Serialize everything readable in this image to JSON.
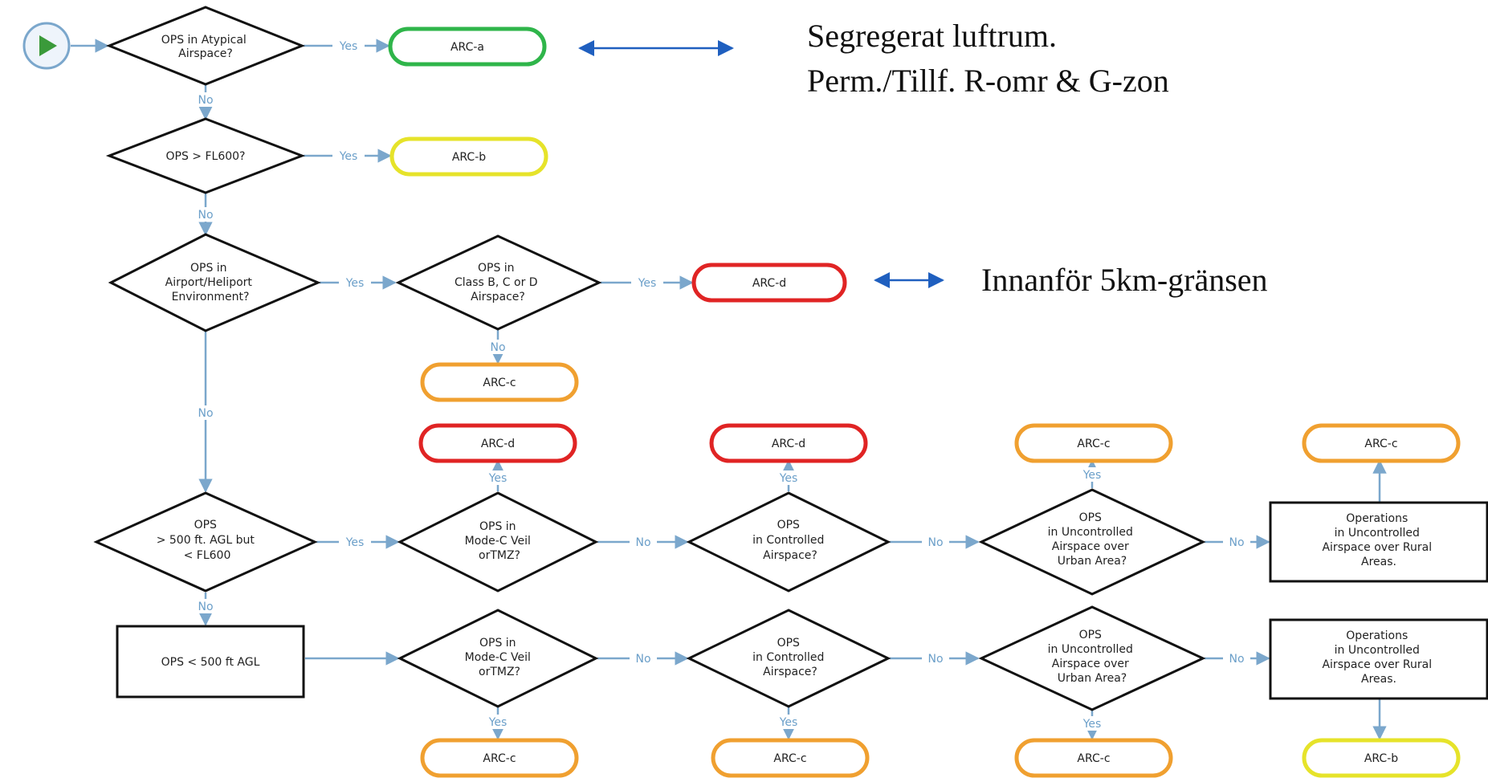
{
  "colors": {
    "connector": "#7ba7cc",
    "arc_a": "#2fb54a",
    "arc_b": "#e6e32a",
    "arc_c": "#f0a030",
    "arc_d": "#e02424",
    "start": "#3a9a3a",
    "annotation_arrow": "#1f5fbf"
  },
  "start": {
    "icon": "play-icon"
  },
  "decisions": {
    "atypical": [
      "OPS in Atypical",
      "Airspace?"
    ],
    "fl600": [
      "OPS > FL600?"
    ],
    "airport": [
      "OPS in",
      "Airport/Heliport",
      "Environment?"
    ],
    "class_bcd": [
      "OPS in",
      "Class B, C or D",
      "Airspace?"
    ],
    "above500": [
      "OPS",
      "> 500 ft. AGL but",
      "< FL600"
    ],
    "modec_1": [
      "OPS in",
      "Mode-C Veil",
      "orTMZ?"
    ],
    "controlled_1": [
      "OPS",
      "in Controlled",
      "Airspace?"
    ],
    "urban_1": [
      "OPS",
      "in Uncontrolled",
      "Airspace over",
      "Urban Area?"
    ],
    "modec_2": [
      "OPS in",
      "Mode-C Veil",
      "orTMZ?"
    ],
    "controlled_2": [
      "OPS",
      "in Controlled",
      "Airspace?"
    ],
    "urban_2": [
      "OPS",
      "in Uncontrolled",
      "Airspace over",
      "Urban Area?"
    ]
  },
  "boxes": {
    "rural_1": [
      "Operations",
      "in Uncontrolled",
      "Airspace over Rural",
      "Areas."
    ],
    "below500": [
      "OPS < 500 ft AGL"
    ],
    "rural_2": [
      "Operations",
      "in Uncontrolled",
      "Airspace over Rural",
      "Areas."
    ]
  },
  "outcomes": {
    "a": "ARC-a",
    "b1": "ARC-b",
    "d1": "ARC-d",
    "c1": "ARC-c",
    "d2": "ARC-d",
    "d3": "ARC-d",
    "c2": "ARC-c",
    "c3": "ARC-c",
    "c4": "ARC-c",
    "c5": "ARC-c",
    "c6": "ARC-c",
    "b2": "ARC-b"
  },
  "labels": {
    "yes": "Yes",
    "no": "No"
  },
  "annotations": {
    "airspace_line1": "Segregerat luftrum.",
    "airspace_line2": "Perm./Tillf. R-omr & G-zon",
    "airport_zone": "Innanför 5km-gränsen"
  }
}
